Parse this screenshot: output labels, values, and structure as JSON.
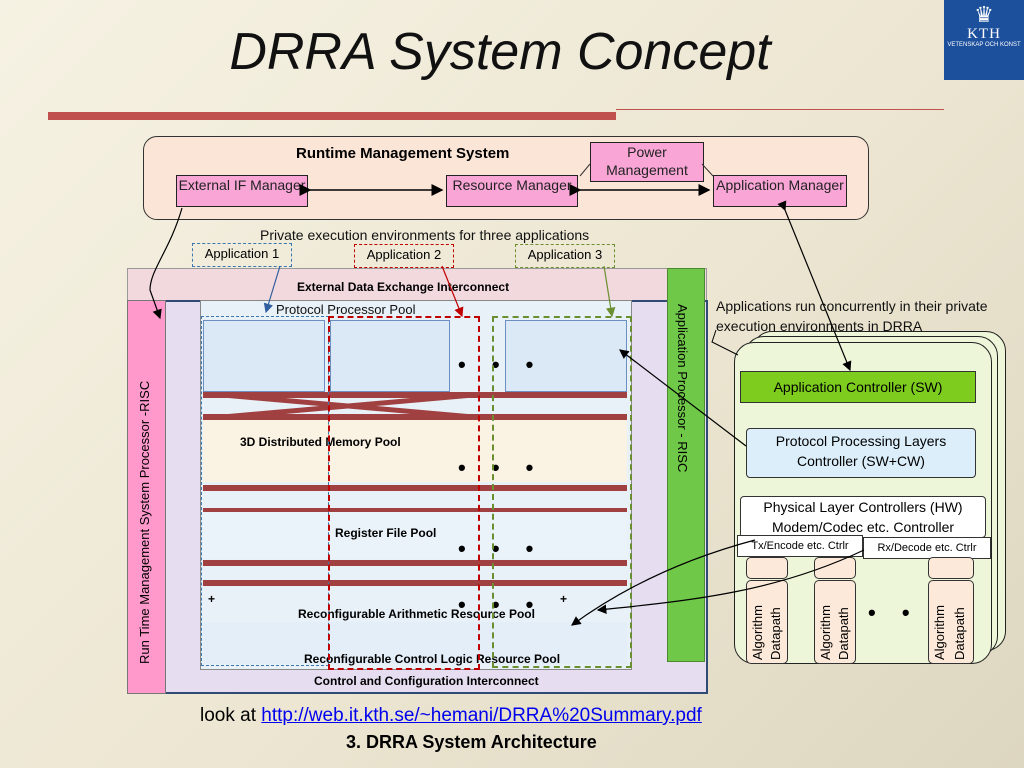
{
  "slide": {
    "title": "DRRA System Concept",
    "logo_text": "KTH",
    "logo_subtext": "VETENSKAP OCH KONST"
  },
  "rms": {
    "title": "Runtime Management System",
    "power": "Power Management",
    "ext_if": "External IF Manager",
    "resource": "Resource Manager",
    "app_mgr": "Application Manager"
  },
  "envs": {
    "caption": "Private execution  environments for three applications",
    "app1": "Application 1",
    "app2": "Application 2",
    "app3": "Application 3"
  },
  "arch": {
    "ext_interconnect": "External Data Exchange Interconnect",
    "protocol_pool": "Protocol Processor Pool",
    "memory_pool": "3D Distributed   Memory Pool",
    "register_pool": "Register File Pool",
    "arith_pool": "Reconfigurable Arithmetic Resource Pool",
    "control_pool": "Reconfigurable Control Logic Resource Pool",
    "ctrl_interconnect": "Control and Configuration Interconnect",
    "left_risc": "Run Time Management System Processor -RISC",
    "right_risc": "Application Processor - RISC",
    "ellipsis": "• • •",
    "plus": "+"
  },
  "stack": {
    "note": "Applications run concurrently in their private execution environments in DRRA",
    "app_ctrl": "Application Controller (SW)",
    "proto_ctrl": "Protocol Processing Layers Controller (SW+CW)",
    "phy_ctrl": "Physical Layer Controllers (HW) Modem/Codec  etc. Controller",
    "tx": "Tx/Encode etc. Ctrlr",
    "rx": "Rx/Decode etc. Ctrlr",
    "algo": "Algorithm",
    "datapath": "Datapath",
    "ellipsis": "• • •"
  },
  "footer": {
    "look_at": "look at",
    "link": "http://web.it.kth.se/~hemani/DRRA%20Summary.pdf",
    "caption": "3. DRRA System Architecture"
  },
  "colors": {
    "accent_red": "#c0504d",
    "pink_box": "#f9a6d6",
    "risc_green": "#70c848",
    "logo_blue": "#1c4f9c"
  }
}
